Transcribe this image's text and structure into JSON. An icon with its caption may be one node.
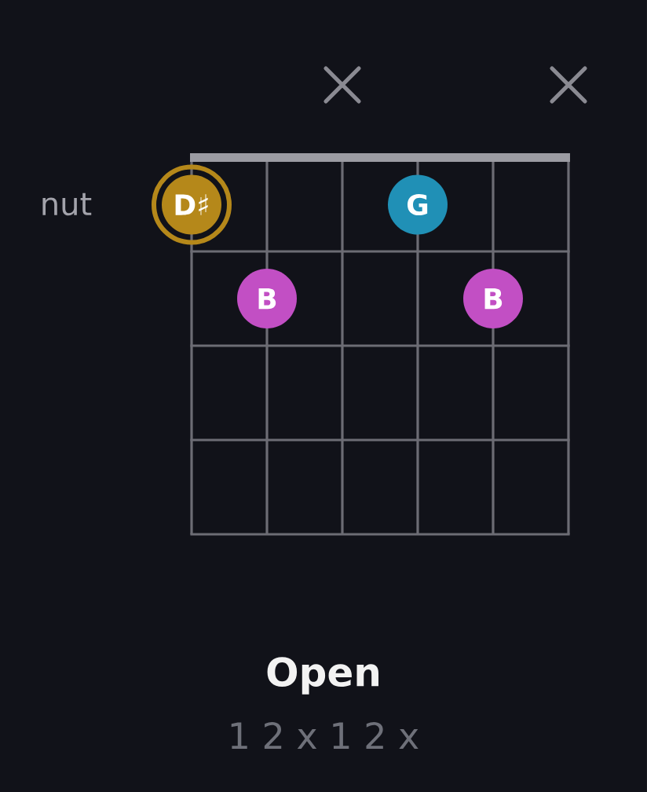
{
  "diagram": {
    "title": "Open",
    "nodes": [
      {
        "text": [
          "D♯"
        ]
      },
      {
        "text": [
          "G"
        ]
      },
      {
        "text": [
          "B"
        ]
      },
      {
        "text": [
          "B"
        ]
      }
    ],
    "labels": [
      "nut",
      "1 2 x 1 2 x"
    ]
  }
}
